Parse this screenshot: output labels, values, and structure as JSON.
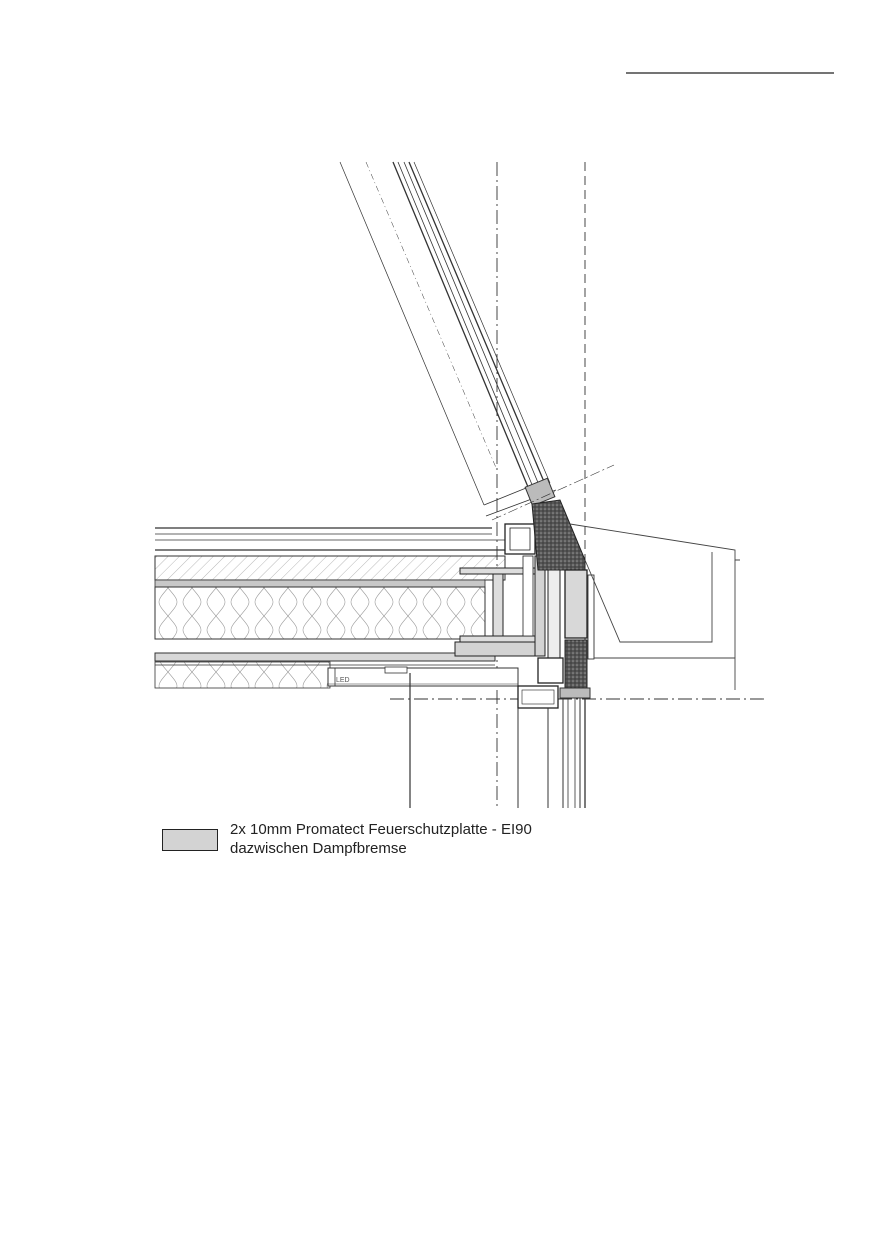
{
  "drawing": {
    "small_label": "LED"
  },
  "legend": {
    "line1": "2x 10mm Promatect Feuerschutzplatte - EI90",
    "line2": "dazwischen Dampfbremse"
  }
}
